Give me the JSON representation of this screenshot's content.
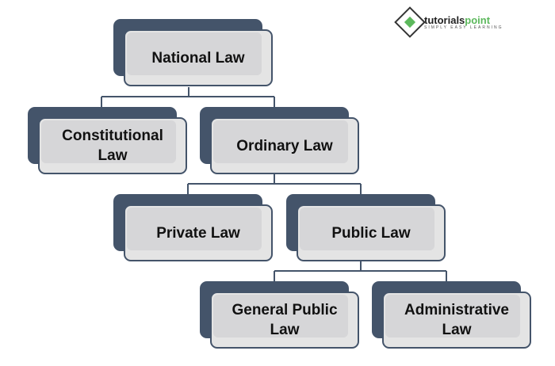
{
  "logo": {
    "brand_a": "tutorials",
    "brand_b": "point",
    "tagline": "SIMPLY EASY LEARNING"
  },
  "nodes": {
    "national": "National Law",
    "constitutional": "Constitutional Law",
    "ordinary": "Ordinary Law",
    "private": "Private Law",
    "public": "Public Law",
    "general_public": "General Public Law",
    "administrative": "Administrative Law"
  },
  "colors": {
    "box_dark": "#44546a",
    "box_light": "#d6d6d8"
  }
}
